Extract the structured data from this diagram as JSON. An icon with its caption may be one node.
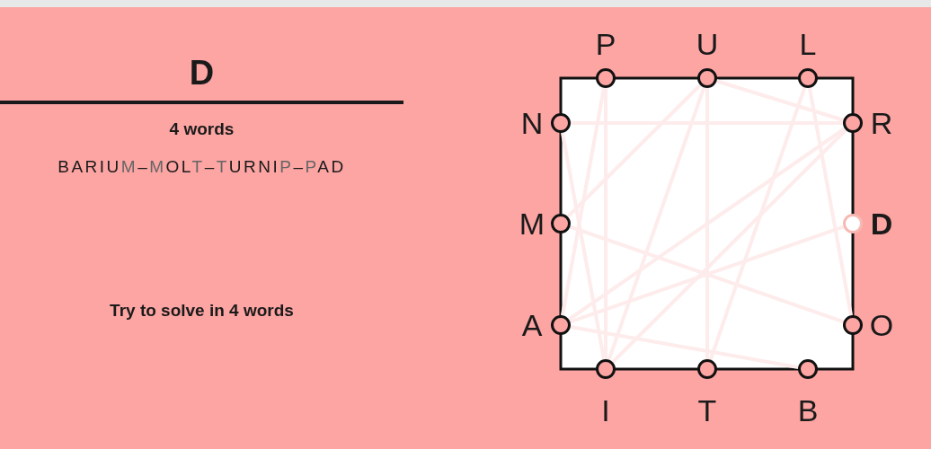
{
  "diagram": {
    "nodes": [
      {
        "text": [
          "P"
        ]
      },
      {
        "text": [
          "U"
        ]
      },
      {
        "text": [
          "L"
        ]
      },
      {
        "text": [
          "N"
        ]
      },
      {
        "text": [
          "R"
        ]
      },
      {
        "text": [
          "M"
        ]
      },
      {
        "text": [
          "D"
        ]
      },
      {
        "text": [
          "A"
        ]
      },
      {
        "text": [
          "O"
        ]
      },
      {
        "text": [
          "I"
        ]
      },
      {
        "text": [
          "T"
        ]
      },
      {
        "text": [
          "B"
        ]
      }
    ],
    "edges": [
      {
        "from": 11,
        "to": 7,
        "arrow": "none"
      },
      {
        "from": 7,
        "to": 4,
        "arrow": "none"
      },
      {
        "from": 4,
        "to": 9,
        "arrow": "none"
      },
      {
        "from": 9,
        "to": 1,
        "arrow": "none"
      },
      {
        "from": 1,
        "to": 5,
        "arrow": "none"
      },
      {
        "from": 5,
        "to": 8,
        "arrow": "none"
      },
      {
        "from": 8,
        "to": 2,
        "arrow": "none"
      },
      {
        "from": 2,
        "to": 10,
        "arrow": "none"
      },
      {
        "from": 10,
        "to": 1,
        "arrow": "none"
      },
      {
        "from": 1,
        "to": 4,
        "arrow": "none"
      },
      {
        "from": 4,
        "to": 3,
        "arrow": "none"
      },
      {
        "from": 3,
        "to": 9,
        "arrow": "none"
      },
      {
        "from": 9,
        "to": 0,
        "arrow": "none"
      },
      {
        "from": 0,
        "to": 7,
        "arrow": "none"
      },
      {
        "from": 7,
        "to": 6,
        "arrow": "none"
      }
    ],
    "labels": [
      "D",
      "4 words",
      "BARIUM–MOLT–TURNIP–PAD",
      "Try to solve in 4 words"
    ]
  }
}
